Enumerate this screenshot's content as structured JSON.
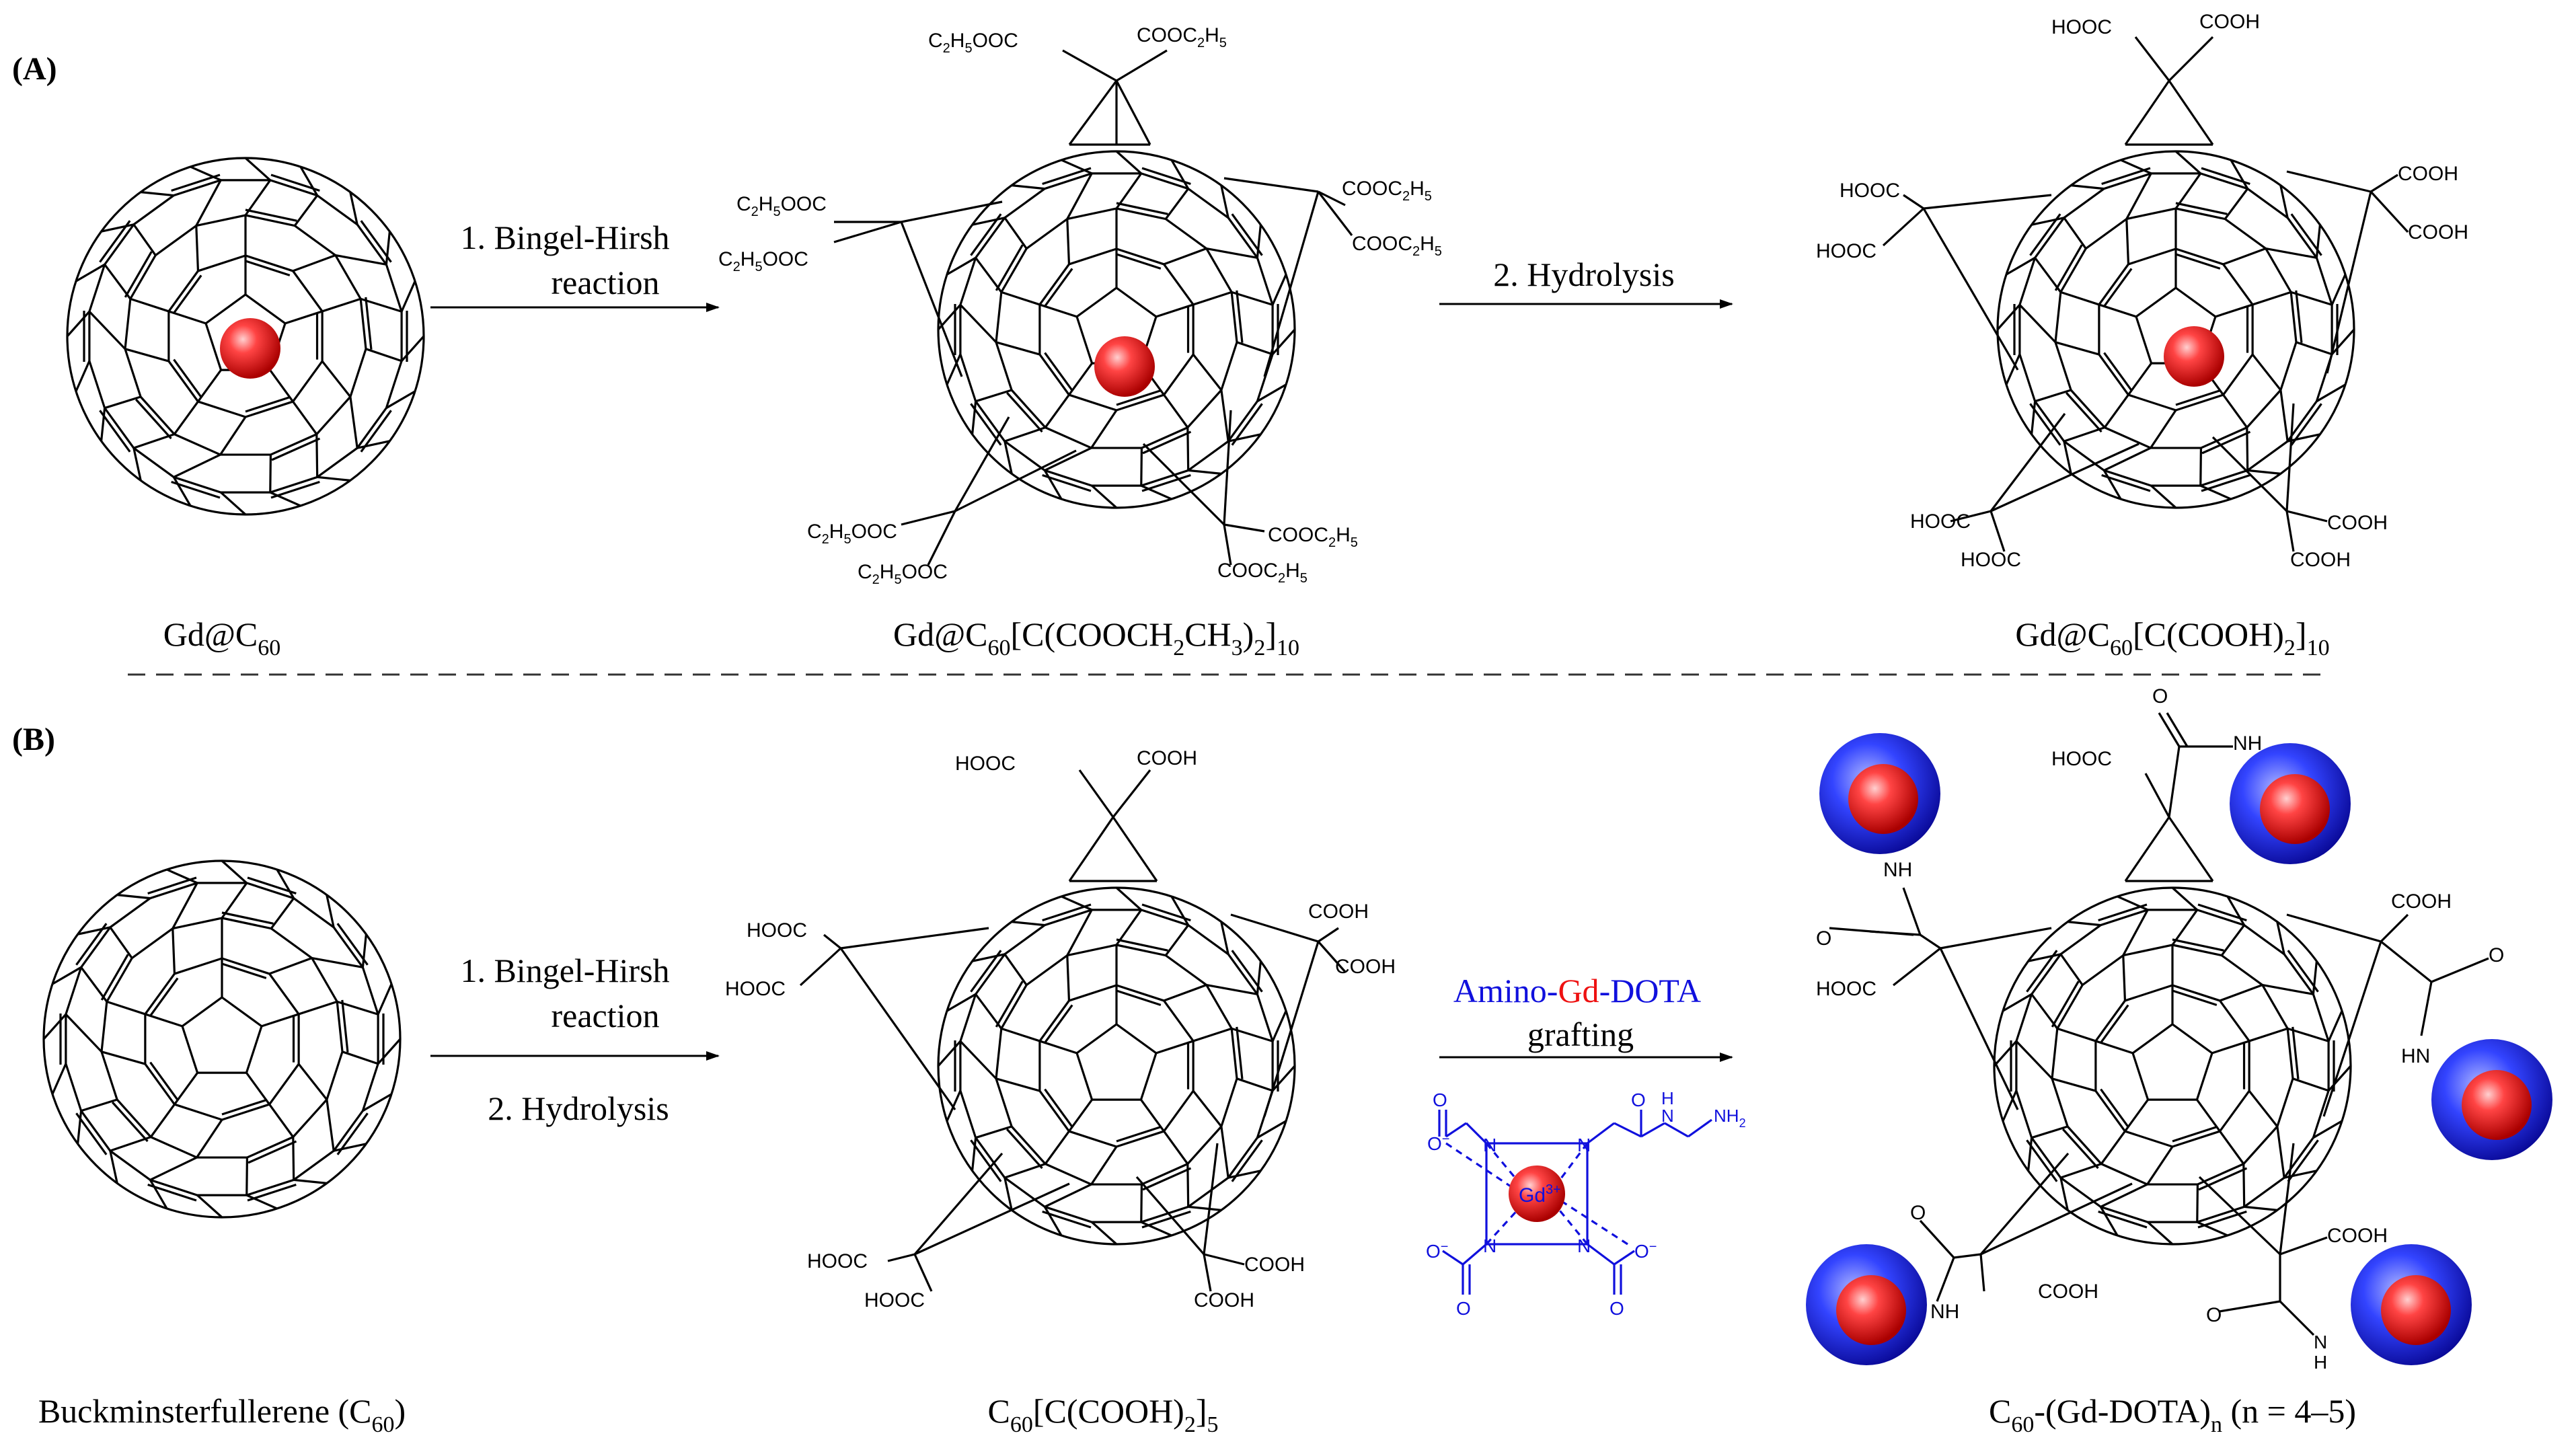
{
  "panel_a": {
    "label": "(A)",
    "step1_line1": "1.   Bingel-Hirsh",
    "step1_line2": "reaction",
    "step2": "2. Hydrolysis",
    "cap1_main": "Gd@C",
    "cap1_sub": "60",
    "cap2_a": "Gd@C",
    "cap2_sub1": "60",
    "cap2_b": "[C(COOCH",
    "cap2_sub2": "2",
    "cap2_c": "CH",
    "cap2_sub3": "3",
    "cap2_d": ")",
    "cap2_sub4": "2",
    "cap2_e": "]",
    "cap2_sub5": "10",
    "cap3_a": "Gd@C",
    "cap3_sub1": "60",
    "cap3_b": "[C(COOH)",
    "cap3_sub2": "2",
    "cap3_c": "]",
    "cap3_sub3": "10",
    "ester_prefix": "C",
    "ester_sub2": "2",
    "ester_h": "H",
    "ester_sub5": "5",
    "ester_ooc": "OOC",
    "ester_cooc": "COOC",
    "acid_hooc": "HOOC",
    "acid_cooh": "COOH"
  },
  "panel_b": {
    "label": "(B)",
    "step1_line1": "1.   Bingel-Hirsh",
    "step1_line2": "reaction",
    "step2": "2.   Hydrolysis",
    "reagent_amino": "Amino-",
    "reagent_gd": "Gd",
    "reagent_dota": "-DOTA",
    "reagent_action": "grafting",
    "cap1_a": "Buckminsterfullerene (C",
    "cap1_sub": "60",
    "cap1_b": ")",
    "cap2_a": "C",
    "cap2_sub1": "60",
    "cap2_b": "[C(COOH)",
    "cap2_sub2": "2",
    "cap2_c": "]",
    "cap2_sub3": "5",
    "cap3_a": "C",
    "cap3_sub1": "60",
    "cap3_b": "-(Gd-DOTA)",
    "cap3_sub2": "n",
    "cap3_c": " (n = 4–5)",
    "nh": "NH",
    "hn": "HN",
    "h": "H",
    "n": "N",
    "o": "O",
    "oxygen_minus": "O",
    "minus": "−",
    "gd3": "Gd",
    "gd3_sup": "3+",
    "nh2": "NH",
    "nh2_sub": "2"
  },
  "colors": {
    "dota_blue": "#1010dd",
    "gd_red": "#ee1111",
    "divider": "#333333"
  },
  "icons": [
    "gd-atom-icon",
    "gd-dota-sphere-icon",
    "fullerene-cage-icon",
    "reaction-arrow-icon"
  ]
}
